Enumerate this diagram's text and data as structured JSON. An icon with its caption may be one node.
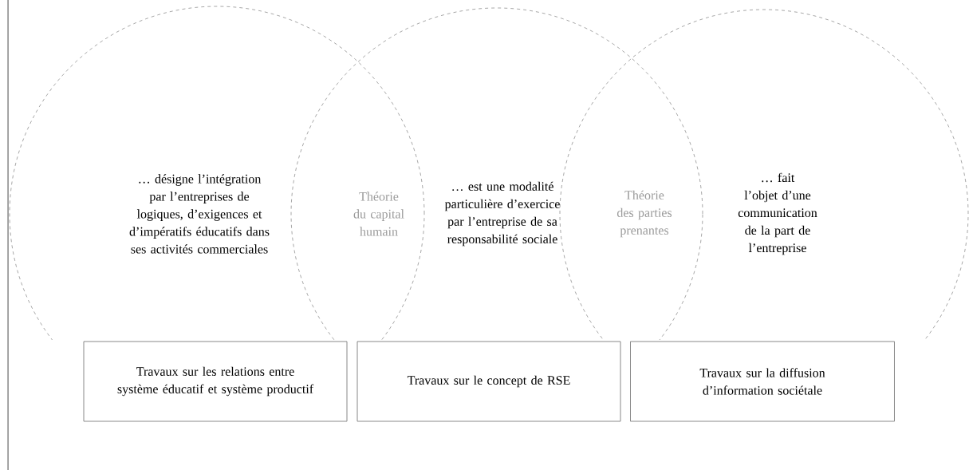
{
  "diagram": {
    "nodes": [
      {
        "text": [
          "… désigne l’intégration par l’entreprises de logiques, d’exigences et d’impératifs éducatifs dans ses activités commerciales"
        ]
      },
      {
        "text": [
          "… est une modalité particulière d’exercice par l’entreprise de sa responsabilité sociale"
        ]
      },
      {
        "text": [
          "… fait l’objet d’une communication de la part de l’entreprise"
        ]
      },
      {
        "text": [
          "Travaux sur les relations entre système éducatif et système productif"
        ],
        "in": 0
      },
      {
        "text": [
          "Travaux sur le concept de RSE"
        ],
        "in": 1
      },
      {
        "text": [
          "Travaux sur la diffusion d’information sociétale"
        ],
        "in": 2
      }
    ],
    "labels": [
      "Théorie du capital humain",
      "Théorie des parties prenantes"
    ]
  }
}
